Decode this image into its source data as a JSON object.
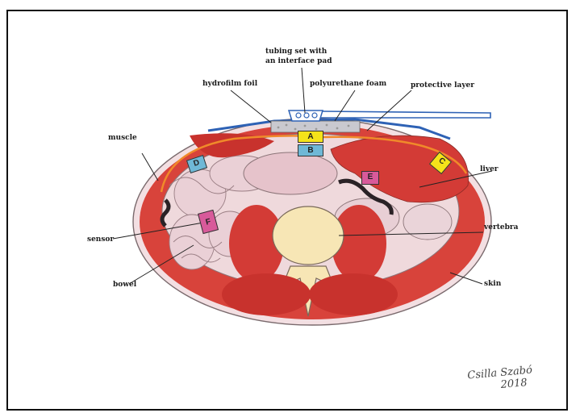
{
  "labels": {
    "tubing": "tubing set with",
    "tubing_line2": "an interface pad",
    "hydrofilm": "hydrofilm foil",
    "polyurethane": "polyurethane foam",
    "protective": "protective layer",
    "muscle": "muscle",
    "liver": "liver",
    "sensor": "sensor",
    "vertebra": "vertebra",
    "bowel": "bowel",
    "skin": "skin"
  },
  "sensors": {
    "a": "A",
    "b": "B",
    "c": "C",
    "d": "D",
    "e": "E",
    "f": "F"
  },
  "signature": {
    "line1": "Csilla Szabó",
    "line2": "2018"
  },
  "colors": {
    "muscle": "#d8433b",
    "tissue": "#efd9dc",
    "vertebra": "#f7e6b5",
    "foil": "#2e62b5",
    "protective": "#f08a2a",
    "sensor_yellow": "#f5e31a",
    "sensor_blue": "#6fb8d6",
    "sensor_pink": "#d85a9a"
  }
}
